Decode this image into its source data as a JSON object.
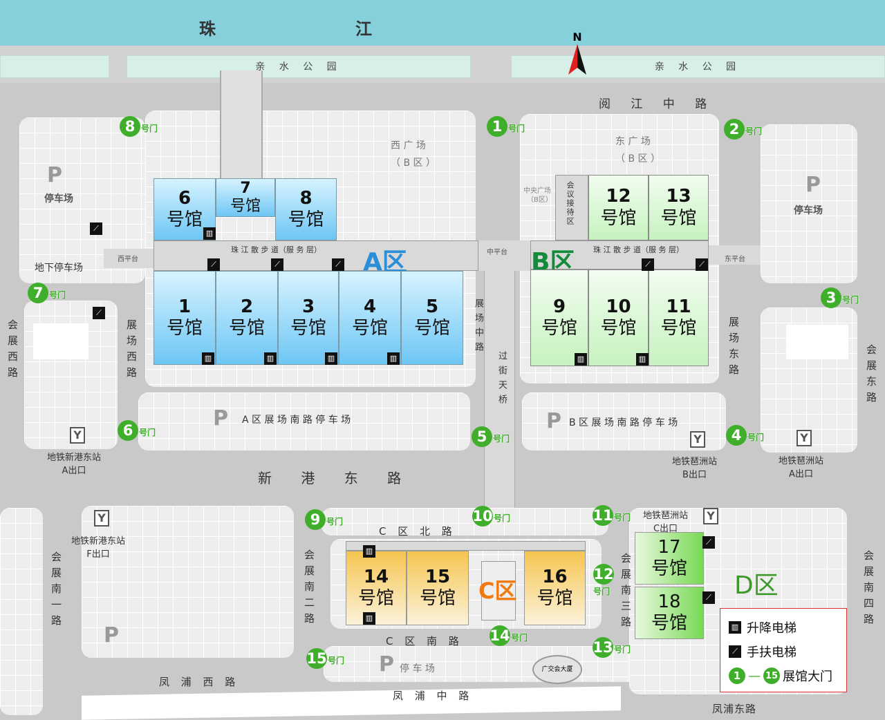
{
  "river": {
    "left": "珠",
    "right": "江"
  },
  "north": "N",
  "parks": [
    "亲 水 公 园",
    "亲 水 公 园"
  ],
  "roads": {
    "yuejiang": "阅 江 中 路",
    "xingang": "新 港 东 路",
    "fengpu_west": "凤 浦 西 路",
    "fengpu_mid": "凤 浦 中 路",
    "fengpu_east": "凤浦东路",
    "c_north": "C 区 北 路",
    "c_south": "C 区 南 路",
    "huizhan_west": "会展西路",
    "zhanchang_west": "展场西路",
    "zhanchang_mid": "展场中路",
    "overpass": "过街天桥",
    "zhanchang_east": "展场东路",
    "huizhan_east": "会展东路",
    "huizhan_s1": "会展南一路",
    "huizhan_s2": "会展南二路",
    "huizhan_s3": "会展南三路",
    "huizhan_s4": "会展南四路"
  },
  "places": {
    "west_square": "西 广 场",
    "west_square_sub": "（ B 区 ）",
    "east_square": "东 广 场",
    "east_square_sub": "（ B 区 ）",
    "central_square": "中央广场",
    "central_square_sub": "（B区）",
    "meeting": "会议接待区",
    "parking": "停车场",
    "underground_parking": "地下停车场",
    "west_platform": "西平台",
    "mid_platform": "中平台",
    "east_platform": "东平台",
    "promenade": "珠 江 散 步 道（服 务 层）",
    "a_parking": "A 区 展 场 南 路 停 车 场",
    "b_parking": "B 区 展 场 南 路 停 车 场",
    "c_parking": "停 车 场",
    "tower": "广交会大厦",
    "P": "P"
  },
  "metro": [
    {
      "name": "地铁新港东站",
      "exit": "A出口"
    },
    {
      "name": "地铁琶洲站",
      "exit": "B出口"
    },
    {
      "name": "地铁琶洲站",
      "exit": "A出口"
    },
    {
      "name": "地铁新港东站",
      "exit": "F出口"
    },
    {
      "name": "地铁琶洲站",
      "exit": "C出口"
    }
  ],
  "zones": {
    "A": "A区",
    "B": "B区",
    "C": "C区",
    "D": "D区"
  },
  "hall_suffix": "号馆",
  "halls": [
    "1",
    "2",
    "3",
    "4",
    "5",
    "6",
    "7",
    "8",
    "9",
    "10",
    "11",
    "12",
    "13",
    "14",
    "15",
    "16",
    "17",
    "18"
  ],
  "gate_suffix": "号门",
  "gates": [
    "1",
    "2",
    "3",
    "4",
    "5",
    "6",
    "7",
    "8",
    "9",
    "10",
    "11",
    "12",
    "13",
    "14",
    "15"
  ],
  "legend": {
    "elevator": "升降电梯",
    "escalator": "手扶电梯",
    "gate_from": "1",
    "gate_dash": "—",
    "gate_to": "15",
    "gates": "展馆大门"
  },
  "colors": {
    "river": "#86d0dc",
    "hall_a": "#6dc6f4",
    "hall_b": "#c6f2bf",
    "hall_c": "#f6c550",
    "hall_d": "#78d955",
    "gate": "#3fae2a",
    "zone_a": "#2a8ed8",
    "zone_b": "#138a3c",
    "zone_c": "#f07a10",
    "zone_d": "#3d9a2a"
  }
}
